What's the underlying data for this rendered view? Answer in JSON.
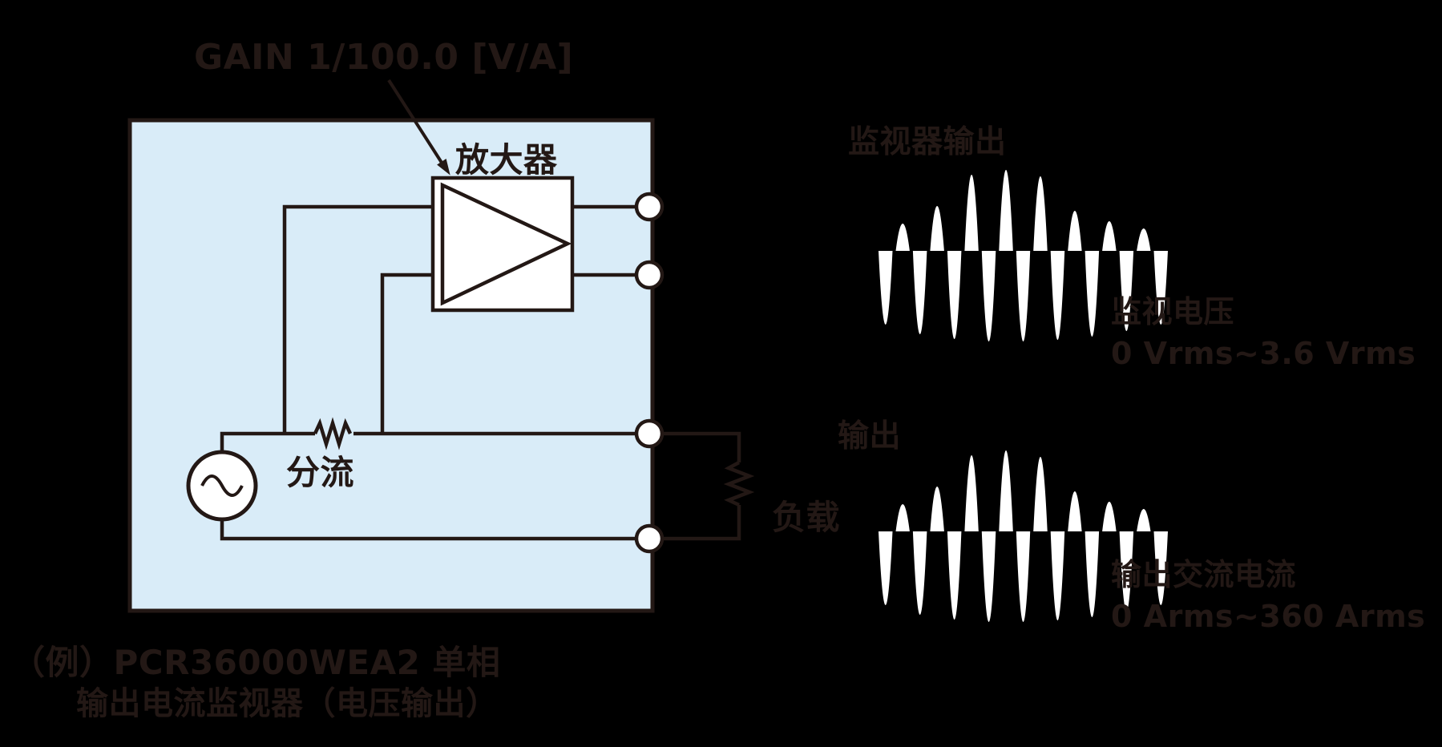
{
  "palette": {
    "background": "#000000",
    "ink": "#231815",
    "panel_fill": "#d9ecf8",
    "waveform_fill": "#ffffff"
  },
  "diagram": {
    "gain_label": "GAIN 1/100.0 [V/A]",
    "amplifier_label": "放大器",
    "shunt_label": "分流",
    "load_label": "负载"
  },
  "waveforms": {
    "amplitudes": [
      -92,
      34,
      -104,
      56,
      -110,
      95,
      -113,
      101,
      -113,
      93,
      -111,
      50,
      -107,
      37,
      -100,
      28,
      -92
    ],
    "monitor": {
      "title": "监视器输出",
      "caption_line1": "监视电压",
      "caption_line2": "0 Vrms~3.6 Vrms"
    },
    "output": {
      "title": "输出",
      "caption_line1": "输出交流电流",
      "caption_line2": "0 Arms~360 Arms"
    }
  },
  "footer": {
    "line1": "（例）PCR36000WEA2 单相",
    "line2": "输出电流监视器（电压输出）"
  }
}
